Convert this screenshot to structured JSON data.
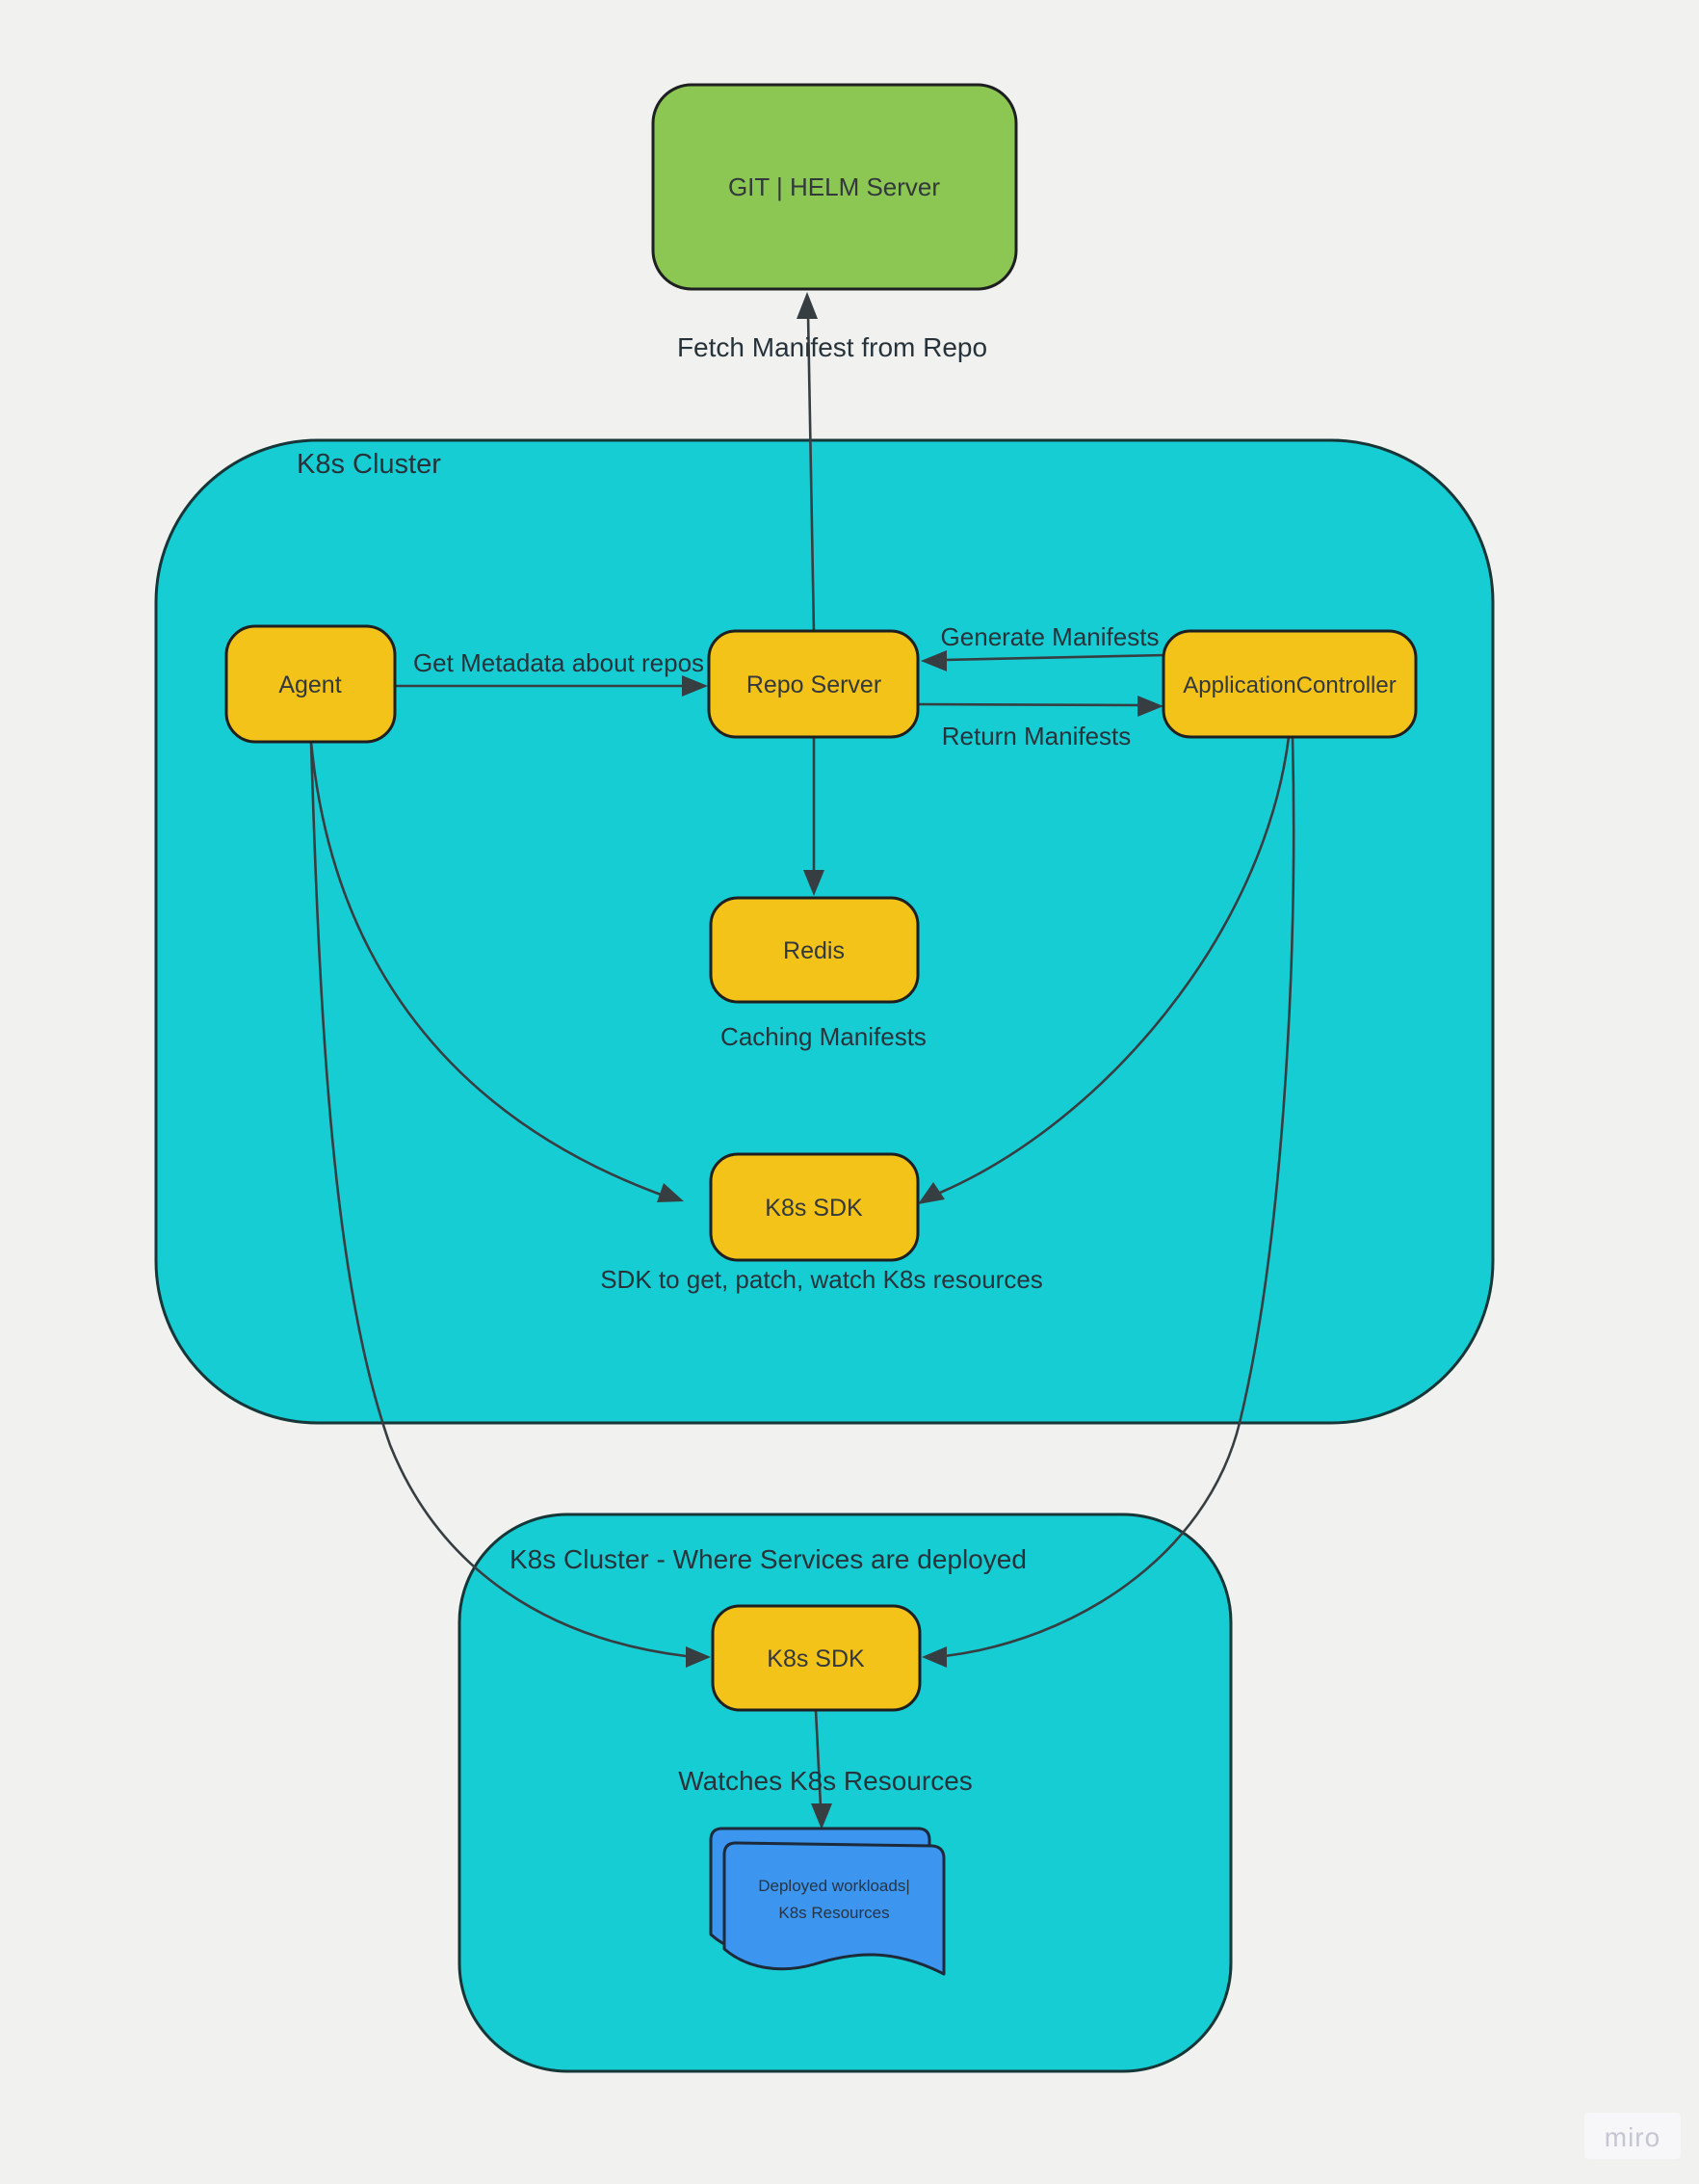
{
  "colors": {
    "background": "#f1f1f0",
    "cluster_fill": "#17cdd4",
    "node_fill": "#f3c319",
    "git_fill": "#8cc653",
    "doc_fill": "#3c96f0",
    "edge_stroke": "#373e42"
  },
  "clusters": {
    "main": {
      "title": "K8s Cluster"
    },
    "deploy": {
      "title": "K8s Cluster - Where Services are deployed"
    }
  },
  "nodes": {
    "git": {
      "label": "GIT | HELM Server"
    },
    "agent": {
      "label": "Agent"
    },
    "repo_server": {
      "label": "Repo Server"
    },
    "app_controller": {
      "label": "ApplicationController"
    },
    "redis": {
      "label": "Redis"
    },
    "sdk_main": {
      "label": "K8s SDK"
    },
    "sdk_deploy": {
      "label": "K8s SDK"
    }
  },
  "annotations": {
    "fetch": "Fetch Manifest from Repo",
    "get_metadata": "Get Metadata about repos",
    "generate": "Generate Manifests",
    "return": "Return Manifests",
    "caching": "Caching Manifests",
    "sdk_desc": "SDK to get, patch, watch K8s resources",
    "watches": "Watches K8s Resources"
  },
  "document": {
    "line1": "Deployed workloads|",
    "line2": "K8s Resources"
  },
  "watermark": {
    "label": "miro"
  }
}
